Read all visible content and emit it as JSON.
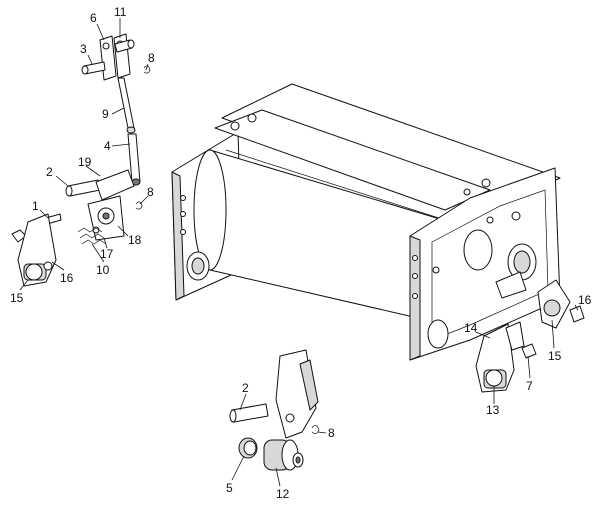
{
  "callouts": {
    "c1": "1",
    "c2a": "2",
    "c2b": "2",
    "c3": "3",
    "c4": "4",
    "c5": "5",
    "c6": "6",
    "c7": "7",
    "c8a": "8",
    "c8b": "8",
    "c8c": "8",
    "c9": "9",
    "c10": "10",
    "c11": "11",
    "c12": "12",
    "c13": "13",
    "c14": "14",
    "c15a": "15",
    "c15b": "15",
    "c16a": "16",
    "c16b": "16",
    "c17": "17",
    "c18": "18",
    "c19": "19"
  }
}
